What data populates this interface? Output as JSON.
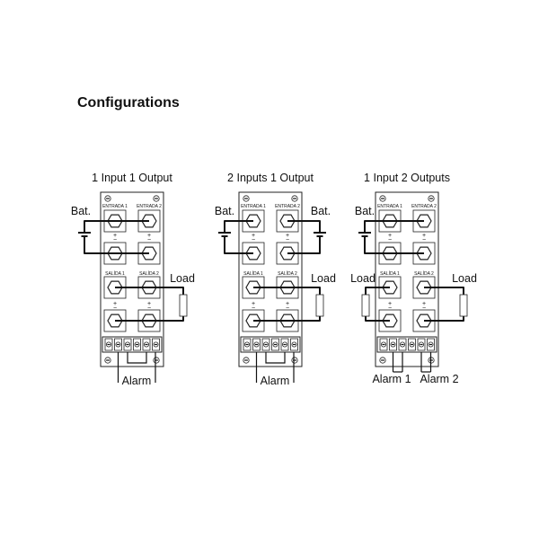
{
  "page": {
    "title": "Configurations"
  },
  "configs": [
    {
      "title": "1 Input  1 Output",
      "input1_label": "ENTRADA 1",
      "input2_label": "ENTRADA 2",
      "output1_label": "SALÍDA 1",
      "output2_label": "SALÍDA 2",
      "battery_label": "Bat.",
      "load_label": "Load",
      "alarm_label": "Alarm"
    },
    {
      "title": "2 Inputs  1 Output",
      "input1_label": "ENTRADA 1",
      "input2_label": "ENTRADA 2",
      "output1_label": "SALÍDA 1",
      "output2_label": "SALÍDA 2",
      "battery_label": "Bat.",
      "load_label": "Load",
      "alarm_label": "Alarm"
    },
    {
      "title": "1 Input  2 Outputs",
      "input1_label": "ENTRADA 1",
      "input2_label": "ENTRADA 2",
      "output1_label": "SALÍDA 1",
      "output2_label": "SALÍDA 2",
      "battery_label": "Bat.",
      "load_left_label": "Load",
      "load_right_label": "Load",
      "alarm1_label": "Alarm 1",
      "alarm2_label": "Alarm 2"
    }
  ],
  "symbols": {
    "plus": "+",
    "minus": "−"
  },
  "colors": {
    "ink": "#111111",
    "background": "#ffffff"
  }
}
